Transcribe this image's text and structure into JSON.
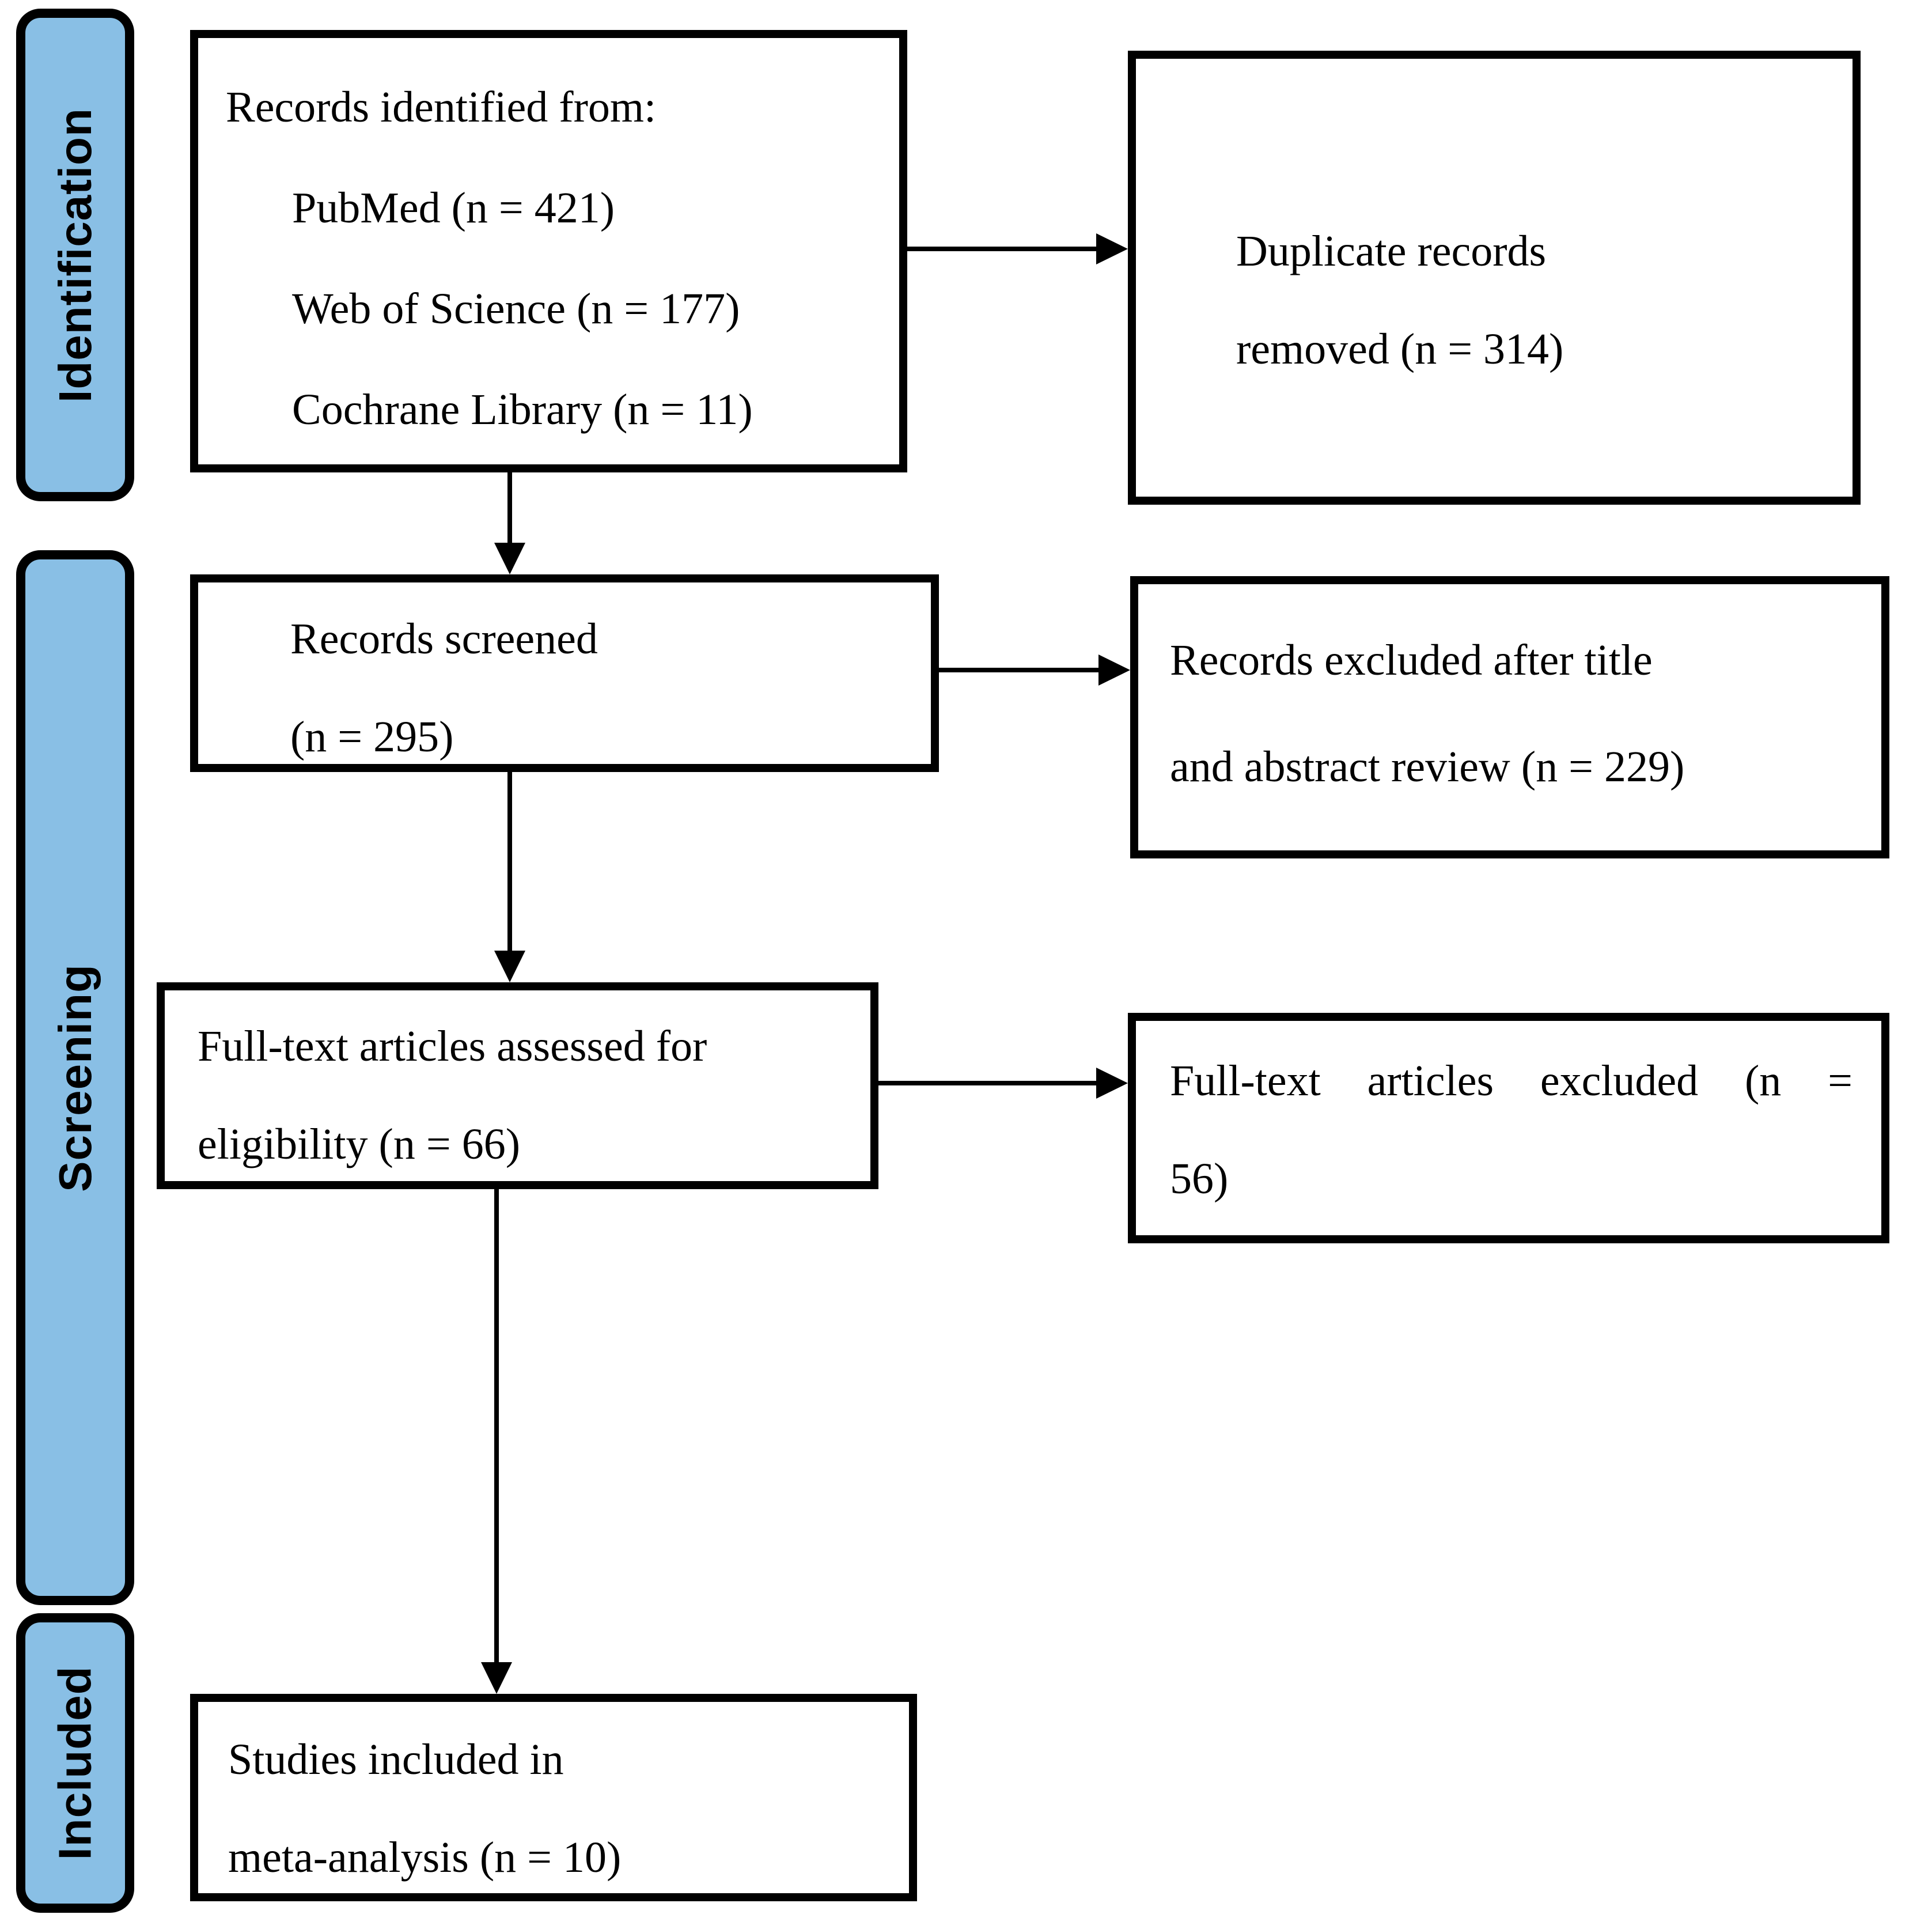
{
  "diagram": {
    "colors": {
      "stage_fill": "#89BFE5",
      "border": "#000000",
      "background": "#FFFFFF",
      "text": "#000000"
    },
    "stages": [
      {
        "id": "identification",
        "label": "Identification"
      },
      {
        "id": "screening",
        "label": "Screening"
      },
      {
        "id": "included",
        "label": "Included"
      }
    ],
    "boxes": [
      {
        "id": "records-identified",
        "lines": [
          "Records identified from:",
          "PubMed (n = 421)",
          "Web of Science (n = 177)",
          "Cochrane Library (n = 11)"
        ]
      },
      {
        "id": "duplicates-removed",
        "lines": [
          "Duplicate records",
          "removed (n = 314)"
        ]
      },
      {
        "id": "records-screened",
        "lines": [
          "Records screened",
          "(n = 295)"
        ]
      },
      {
        "id": "records-excluded-title-abstract",
        "lines": [
          "Records excluded after title",
          "and abstract review (n = 229)"
        ]
      },
      {
        "id": "fulltext-assessed",
        "lines": [
          "Full-text articles assessed for",
          "eligibility (n = 66)"
        ]
      },
      {
        "id": "fulltext-excluded",
        "lines": [
          "Full-text articles excluded (n =",
          "56)"
        ]
      },
      {
        "id": "studies-included",
        "lines": [
          "Studies included in",
          "meta-analysis (n = 10)"
        ]
      }
    ]
  }
}
